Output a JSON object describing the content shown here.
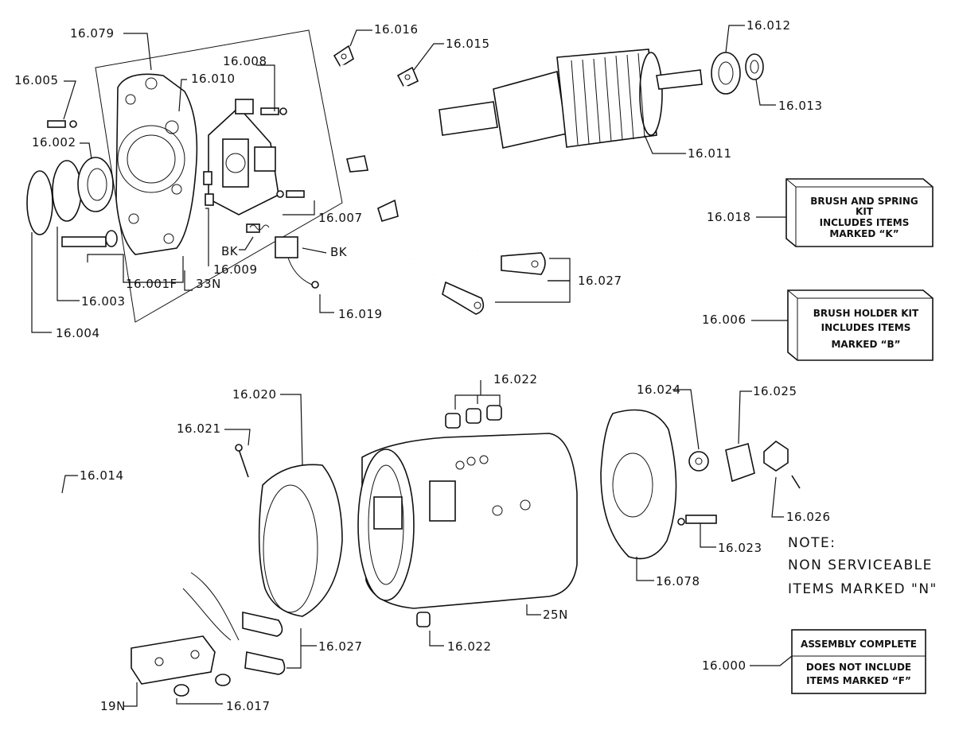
{
  "labels": {
    "p16_079": "16.079",
    "p16_005": "16.005",
    "p16_010": "16.010",
    "p16_008": "16.008",
    "p16_002": "16.002",
    "p16_007": "16.007",
    "p16_009": "16.009",
    "p16_001f": "16.001F",
    "p33n": "33N",
    "p16_003": "16.003",
    "p16_004": "16.004",
    "bk1": "BK",
    "bk2": "BK",
    "p16_019": "16.019",
    "p16_016": "16.016",
    "p16_015": "16.015",
    "p16_012": "16.012",
    "p16_013": "16.013",
    "p16_011": "16.011",
    "p16_018": "16.018",
    "p16_027a": "16.027",
    "p16_006": "16.006",
    "p16_022a": "16.022",
    "p16_020": "16.020",
    "p16_021": "16.021",
    "p16_024": "16.024",
    "p16_025": "16.025",
    "p16_014": "16.014",
    "p16_026": "16.026",
    "p16_023": "16.023",
    "p16_078": "16.078",
    "p25n": "25N",
    "p16_022b": "16.022",
    "p16_027b": "16.027",
    "p16_000": "16.000",
    "p19n": "19N",
    "p16_017": "16.017"
  },
  "kits": {
    "brush_spring": [
      "BRUSH AND SPRING",
      "KIT",
      "INCLUDES ITEMS",
      "MARKED “K”"
    ],
    "brush_holder": [
      "BRUSH HOLDER KIT",
      "INCLUDES ITEMS",
      "MARKED “B”"
    ],
    "assembly_title": "ASSEMBLY COMPLETE",
    "assembly_note": [
      "DOES NOT INCLUDE",
      "ITEMS MARKED “F”"
    ]
  },
  "note": {
    "line1": "NOTE:",
    "line2": "NON SERVICEABLE",
    "line3": "ITEMS MARKED \"N\""
  }
}
